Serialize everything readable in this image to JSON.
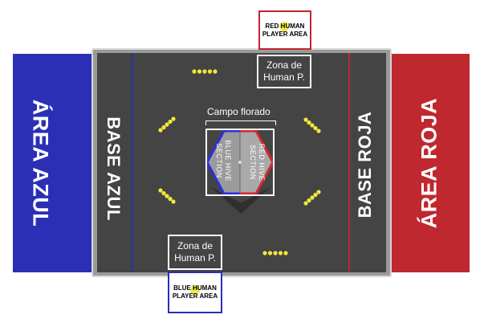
{
  "areas": {
    "blue_label": "ÁREA AZUL",
    "red_label": "ÁREA ROJA"
  },
  "bases": {
    "blue_label": "BASE AZUL",
    "red_label": "BASE ROJA"
  },
  "human_player": {
    "red_area_line1": "RED HUMAN",
    "red_area_line2": "PLAYER AREA",
    "blue_area_line1": "BLUE HUMAN",
    "blue_area_line2": "PLAYER AREA",
    "zone_line1": "Zona de",
    "zone_line2": "Human P."
  },
  "hive": {
    "campo_label": "Campo florado",
    "blue_section_line1": "BLUE HIVE",
    "blue_section_line2": "SECTION",
    "red_section_line1": "RED HIVE",
    "red_section_line2": "SECTION"
  },
  "colors": {
    "blue": "#2b2fb6",
    "red": "#bf282e",
    "field": "#444444",
    "ball": "#f2e83a"
  }
}
